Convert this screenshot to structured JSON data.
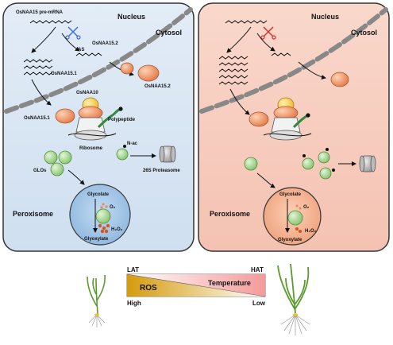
{
  "panel_left": {
    "nucleus": "Nucleus",
    "cytosol": "Cytosol",
    "pre_mrna": "OsNAA15 pre-mRNA",
    "as": "AS",
    "naa15_2_mrna": "OsNAA15.2",
    "naa15_2_protein": "OsNAA15.2",
    "naa15_1_mrna": "OsNAA15.1",
    "naa15_1_protein": "OsNAA15.1",
    "naa10": "OsNAA10",
    "polypeptide": "Polypeptide",
    "ribosome": "Ribosome",
    "nac": "N-ac",
    "glos": "GLOs",
    "proteasome": "26S Proteasome",
    "peroxisome": "Peroxisome",
    "glycolate": "Glycolate",
    "o2": "O₂",
    "h2o2": "H₂O₂",
    "glyoxylate": "Glyoxylate"
  },
  "panel_right": {
    "nucleus": "Nucleus",
    "cytosol": "Cytosol",
    "peroxisome": "Peroxisome",
    "glycolate": "Glycolate",
    "o2": "O₂",
    "h2o2": "H₂O₂",
    "glyoxylate": "Glyoxylate"
  },
  "gradient": {
    "lat": "LAT",
    "hat": "HAT",
    "ros": "ROS",
    "temperature": "Temperature",
    "high": "High",
    "low": "Low"
  },
  "colors": {
    "left_panel_bg": "#dce8f5",
    "right_panel_bg": "#f7cdbf",
    "peroxisome_left": "#a9c8e6",
    "peroxisome_right": "#f3b796",
    "glo_green": "#9fd58a",
    "naa15_orange": "#f08a5a",
    "naa10_yellow": "#f5c542",
    "ros_bar_gold": "#d9a514",
    "temp_bar_pink": "#f2a0a0"
  }
}
